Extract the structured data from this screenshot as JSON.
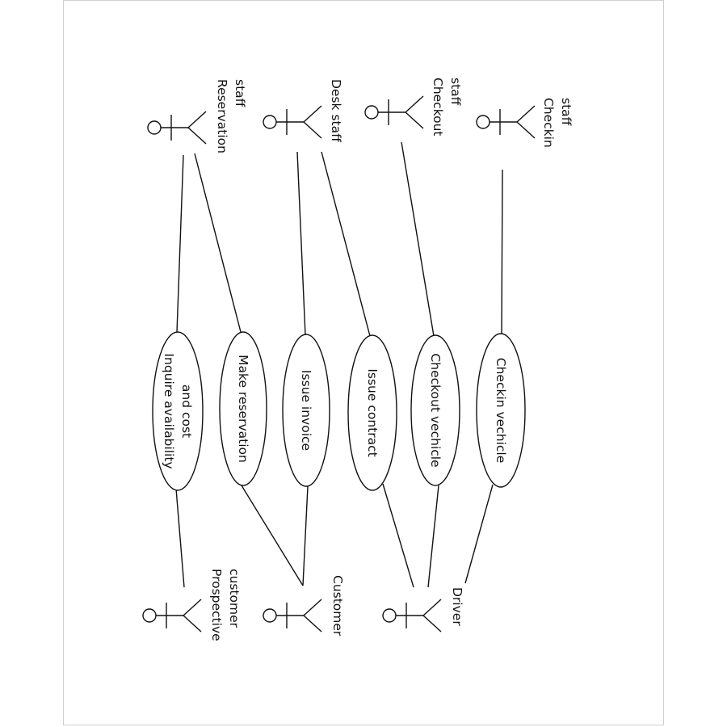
{
  "diagram": {
    "actors": [
      {
        "id": "reservation-staff",
        "lines": [
          "Reservation",
          "staff"
        ]
      },
      {
        "id": "desk-staff",
        "lines": [
          "Desk staff"
        ]
      },
      {
        "id": "checkout-staff",
        "lines": [
          "Checkout",
          "staff"
        ]
      },
      {
        "id": "checkin-staff",
        "lines": [
          "Checkin",
          "staff"
        ]
      },
      {
        "id": "prospective-customer",
        "lines": [
          "Prospective",
          "customer"
        ]
      },
      {
        "id": "customer",
        "lines": [
          "Customer"
        ]
      },
      {
        "id": "driver",
        "lines": [
          "Driver"
        ]
      }
    ],
    "use_cases": [
      {
        "id": "inquire",
        "lines": [
          "Inquire availability",
          "and cost"
        ]
      },
      {
        "id": "make-reservation",
        "lines": [
          "Make reservation"
        ]
      },
      {
        "id": "issue-invoice",
        "lines": [
          "Issue invoice"
        ]
      },
      {
        "id": "issue-contract",
        "lines": [
          "Issue contract"
        ]
      },
      {
        "id": "checkout-vehicle",
        "lines": [
          "Checkout vechicle"
        ]
      },
      {
        "id": "checkin-vehicle",
        "lines": [
          "Checkin vechicle"
        ]
      }
    ],
    "associations": [
      [
        "reservation-staff",
        "inquire"
      ],
      [
        "reservation-staff",
        "make-reservation"
      ],
      [
        "desk-staff",
        "issue-invoice"
      ],
      [
        "desk-staff",
        "issue-contract"
      ],
      [
        "checkout-staff",
        "checkout-vehicle"
      ],
      [
        "checkin-staff",
        "checkin-vehicle"
      ],
      [
        "prospective-customer",
        "inquire"
      ],
      [
        "customer",
        "make-reservation"
      ],
      [
        "customer",
        "issue-invoice"
      ],
      [
        "driver",
        "issue-contract"
      ],
      [
        "driver",
        "checkout-vehicle"
      ],
      [
        "driver",
        "checkin-vehicle"
      ]
    ]
  }
}
